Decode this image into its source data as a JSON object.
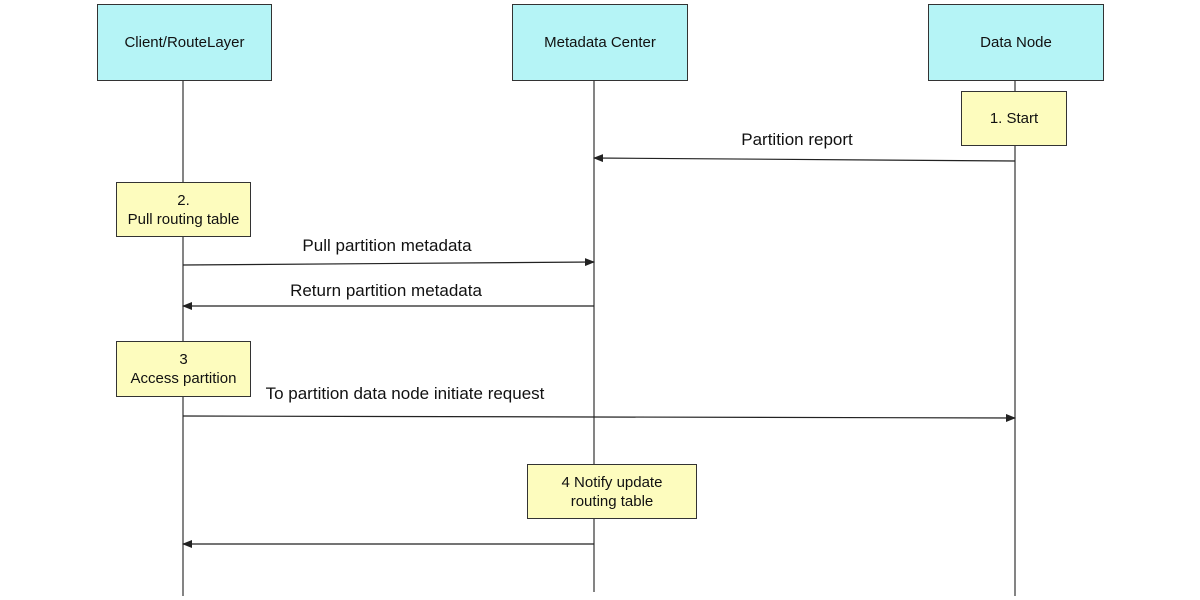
{
  "participants": {
    "client": {
      "label": "Client/RouteLayer"
    },
    "metadata": {
      "label": "Metadata Center"
    },
    "datanode": {
      "label": "Data Node"
    }
  },
  "notes": {
    "start": {
      "line1": "1. Start"
    },
    "pull": {
      "line1": "2.",
      "line2": "Pull routing table"
    },
    "access": {
      "line1": "3",
      "line2": "Access partition"
    },
    "notify": {
      "line1": "4 Notify update",
      "line2": "routing table"
    }
  },
  "messages": {
    "partition_report": {
      "label": "Partition report"
    },
    "pull_metadata": {
      "label": "Pull partition metadata"
    },
    "return_metadata": {
      "label": "Return partition metadata"
    },
    "initiate_request": {
      "label": "To partition data node initiate request"
    }
  },
  "colors": {
    "participant_fill": "#b5f4f6",
    "note_fill": "#fdfcbe",
    "line": "#333333"
  }
}
